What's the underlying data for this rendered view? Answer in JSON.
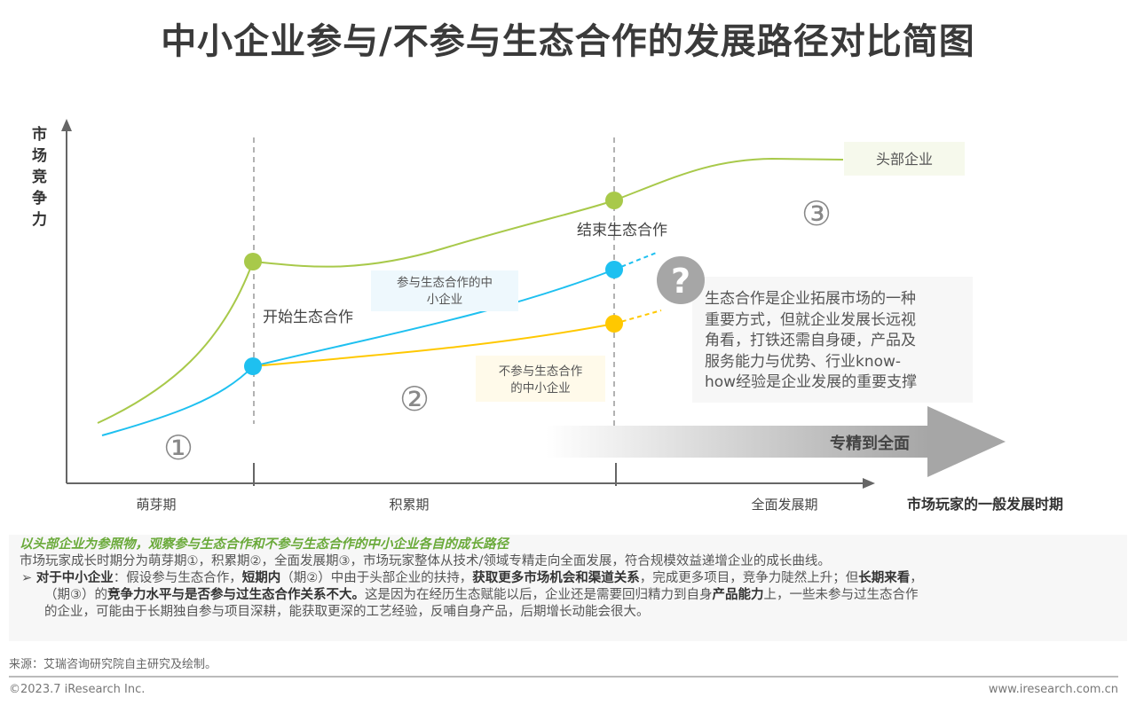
{
  "title": "中小企业参与/不参与生态合作的发展路径对比简图",
  "diagram": {
    "y_axis_label": "市场竞争力",
    "x_axis_label": "市场玩家的一般发展时期",
    "periods": [
      "萌芽期",
      "积累期",
      "全面发展期"
    ],
    "phase_markers": [
      "①",
      "②",
      "③"
    ],
    "labels": {
      "head": "头部企业",
      "start": "开始生态合作",
      "end": "结束生态合作",
      "join_line1": "参与生态合作的中",
      "join_line2": "小企业",
      "nojoin_line1": "不参与生态合作",
      "nojoin_line2": "的中小企业",
      "arrow": "专精到全面",
      "question_mark": "?"
    },
    "question_text": [
      "生态合作是企业拓展市场的一种",
      "重要方式，但就企业发展长远视",
      "角看，打铁还需自身硬，产品及",
      "服务能力与优势、行业know-",
      "how经验是企业发展的重要支撑"
    ],
    "colors": {
      "head": "#a8c94a",
      "join": "#1ec0f0",
      "nojoin": "#ffc800"
    }
  },
  "note": {
    "heading": "以头部企业为参照物，观察参与生态合作和不参与生态合作的中小企业各自的成长路径",
    "para": "市场玩家成长时期分为萌芽期①，积累期②，全面发展期③，市场玩家整体从技术/领域专精走向全面发展，符合规模效益递增企业的成长曲线。",
    "bullet": {
      "s1": "对于中小企业",
      "s2": "：假设参与生态合作，",
      "s3": "短期内",
      "s4": "（期②）中由于头部企业的扶持，",
      "s5": "获取更多市场机会和渠道关系",
      "s6": "，完成更多项目，竞争力陡然上升；但",
      "s7": "长期来看",
      "s8": "，",
      "s9": "（期③）的",
      "s10": "竞争力水平与是否参与过生态合作关系不大。",
      "s11": "这是因为在经历生态赋能以后，企业还是需要回归精力到自身",
      "s12": "产品能力",
      "s13": "上，一些未参与过生态合作",
      "s14": "的企业，可能由于长期独自参与项目深耕，能获取更深的工艺经验，反哺自身产品，后期增长动能会很大。"
    }
  },
  "source": "来源：艾瑞咨询研究院自主研究及绘制。",
  "footer": {
    "copyright": "©2023.7 iResearch Inc.",
    "url": "www.iresearch.com.cn"
  }
}
